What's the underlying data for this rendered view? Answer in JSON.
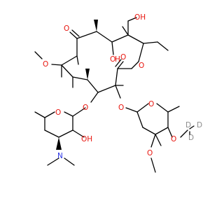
{
  "molecule": {
    "atom_labels": {
      "oh_top": "OH",
      "o_ketone": "O",
      "o_ho_mid": "O",
      "h_mid": "H",
      "o_lactone_ring": "O",
      "o_lactone_carbonyl": "O",
      "o_methoxy_left": "O",
      "o_glyco_left": "O",
      "o_glyco_right": "O",
      "o_ring_left": "O",
      "o_ring_right": "O",
      "oh_sugar": "OH",
      "n_amine": "N",
      "o_cd3": "O",
      "o_methoxy_right": "O",
      "d1": "D",
      "d2": "D",
      "d3": "D"
    },
    "colors": {
      "bond": "#000000",
      "oxygen": "#e8160f",
      "nitrogen": "#2b35e6",
      "deuterium": "#8c8c8c"
    }
  }
}
